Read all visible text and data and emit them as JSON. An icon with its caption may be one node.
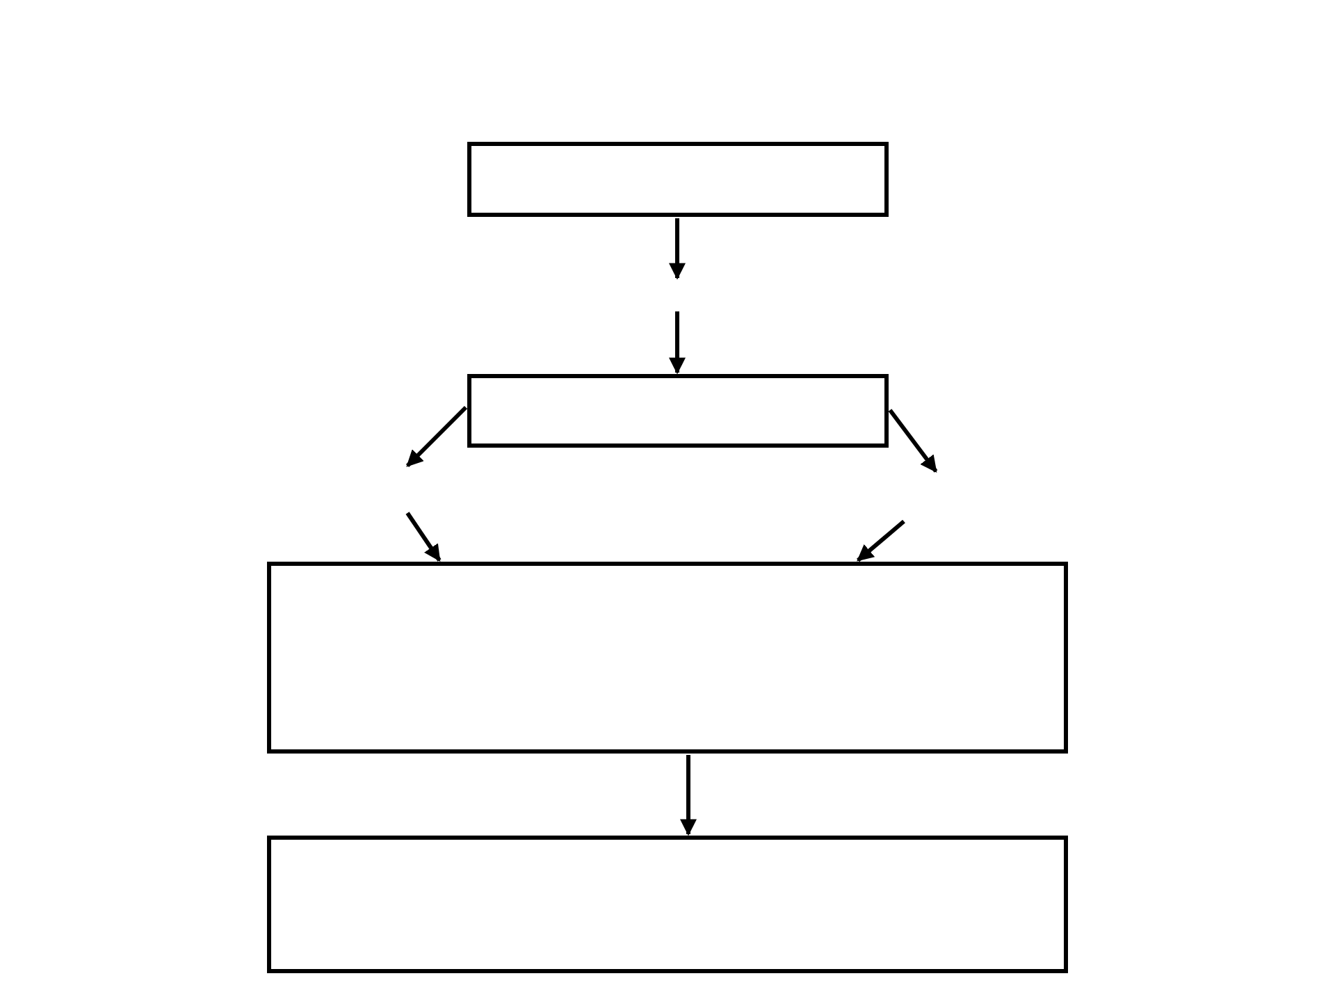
{
  "diagram": {
    "nodes": [
      {
        "text": [],
        "shape": "box"
      },
      {
        "text": [],
        "shape": "box"
      },
      {
        "text": [],
        "shape": "box"
      },
      {
        "text": [],
        "shape": "box"
      }
    ],
    "edges": [
      {
        "from": 0,
        "to": null,
        "arrow": "to"
      },
      {
        "from": null,
        "to": 1,
        "arrow": "to"
      },
      {
        "from": 1,
        "to": null,
        "arrow": "to"
      },
      {
        "from": null,
        "to": 2,
        "arrow": "to"
      },
      {
        "from": 1,
        "to": null,
        "arrow": "to"
      },
      {
        "from": null,
        "to": 2,
        "arrow": "to"
      },
      {
        "from": 2,
        "to": 3,
        "arrow": "to"
      }
    ]
  }
}
